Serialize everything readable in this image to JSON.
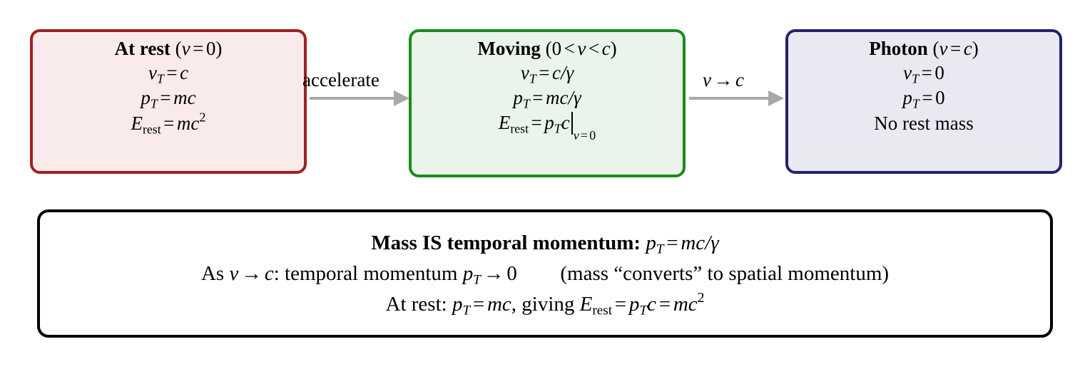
{
  "diagram": {
    "title": "Mass as temporal momentum state diagram",
    "colors": {
      "rest_border": "#a02020",
      "rest_fill": "#f9ebeb",
      "moving_border": "#1a8a1a",
      "moving_fill": "#eaf4ea",
      "photon_border": "#22226e",
      "photon_fill": "#e9eaf1",
      "arrow": "#a8a8a8",
      "summary_border": "#000000",
      "summary_fill": "#ffffff"
    }
  },
  "boxes": [
    {
      "id": "at-rest",
      "title_bold": "At rest",
      "title_math": "(v = 0)",
      "lines": [
        "v_T = c",
        "p_T = mc",
        "E_rest = mc^2"
      ]
    },
    {
      "id": "moving",
      "title_bold": "Moving",
      "title_math": "(0 < v < c)",
      "lines": [
        "v_T = c/γ",
        "p_T = mc/γ",
        "E_rest = p_T c |_{v=0}"
      ]
    },
    {
      "id": "photon",
      "title_bold": "Photon",
      "title_math": "(v = c)",
      "lines": [
        "v_T = 0",
        "p_T = 0",
        "No rest mass"
      ]
    }
  ],
  "arrows": [
    {
      "id": "accelerate",
      "label": "accelerate"
    },
    {
      "id": "v-to-c",
      "label": "v → c"
    }
  ],
  "summary": {
    "line1_bold": "Mass IS temporal momentum:",
    "line1_math": "p_T = mc/γ",
    "line2_left": "As v → c: temporal momentum p_T → 0",
    "line2_right": "(mass “converts” to spatial momentum)",
    "line3": "At rest: p_T = mc, giving E_rest = p_T c = mc²"
  },
  "glyphs": {
    "v": "v",
    "c": "c",
    "m": "m",
    "p": "p",
    "E": "E",
    "T": "T",
    "gamma": "γ",
    "zero": "0",
    "equals": "=",
    "less_than": "<",
    "slash": "/",
    "arrow_right": "→",
    "rest_sub": "rest",
    "lparen": "(",
    "rparen": ")",
    "comma": ",",
    "colon": ":",
    "squared": "2",
    "no_rest_mass": "No rest mass",
    "accelerate": "accelerate",
    "mass_is": "Mass IS temporal momentum:",
    "as_prefix": "As",
    "temporal_momentum": "temporal momentum",
    "converts_open": "(mass “converts” to spatial momentum)",
    "at_rest_prefix": "At rest:",
    "giving": "giving"
  }
}
